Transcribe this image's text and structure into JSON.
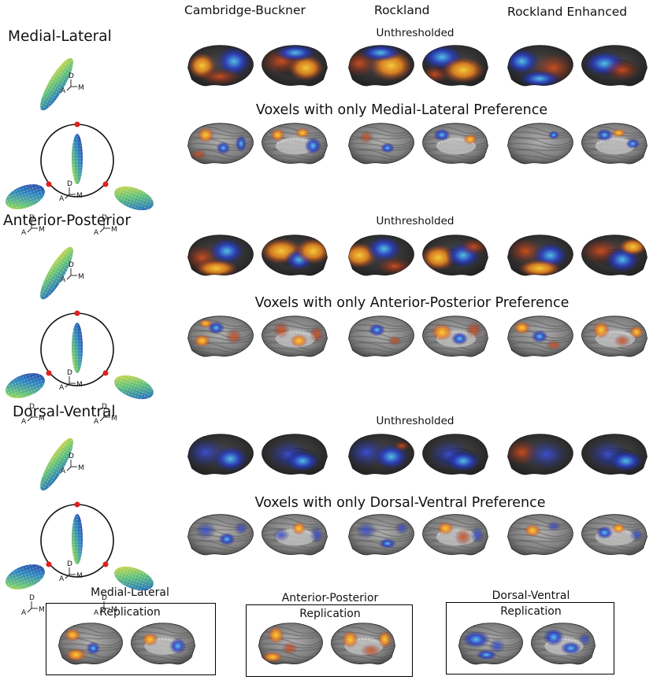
{
  "column_headers": [
    "Cambridge-Buckner",
    "Rockland",
    "Rockland Enhanced"
  ],
  "sections": [
    {
      "id": "medial-lateral",
      "title": "Medial-Lateral",
      "unthresholded_label": "Unthresholded",
      "preference_label": "Voxels with only Medial-Lateral Preference"
    },
    {
      "id": "anterior-posterior",
      "title": "Anterior-Posterior",
      "unthresholded_label": "Unthresholded",
      "preference_label": "Voxels with only Anterior-Posterior Preference"
    },
    {
      "id": "dorsal-ventral",
      "title": "Dorsal-Ventral",
      "unthresholded_label": "Unthresholded",
      "preference_label": "Voxels with only Dorsal-Ventral Preference"
    }
  ],
  "axis_letters": {
    "d": "D",
    "a": "A",
    "m": "M"
  },
  "replication": [
    {
      "title": "Medial-Lateral",
      "label": "Replication"
    },
    {
      "title": "Anterior-Posterior",
      "label": "Replication"
    },
    {
      "title": "Dorsal-Ventral",
      "label": "Replication"
    }
  ],
  "colors": {
    "blue": "#2a3fc9",
    "cyan": "#54c8f0",
    "orange": "#f08a1e",
    "red": "#b8321c",
    "yellow": "#ffd23a",
    "brain_dark": "#3a3a3a",
    "brain_gray": "#8c8c8c",
    "marker_red": "#e02020"
  }
}
